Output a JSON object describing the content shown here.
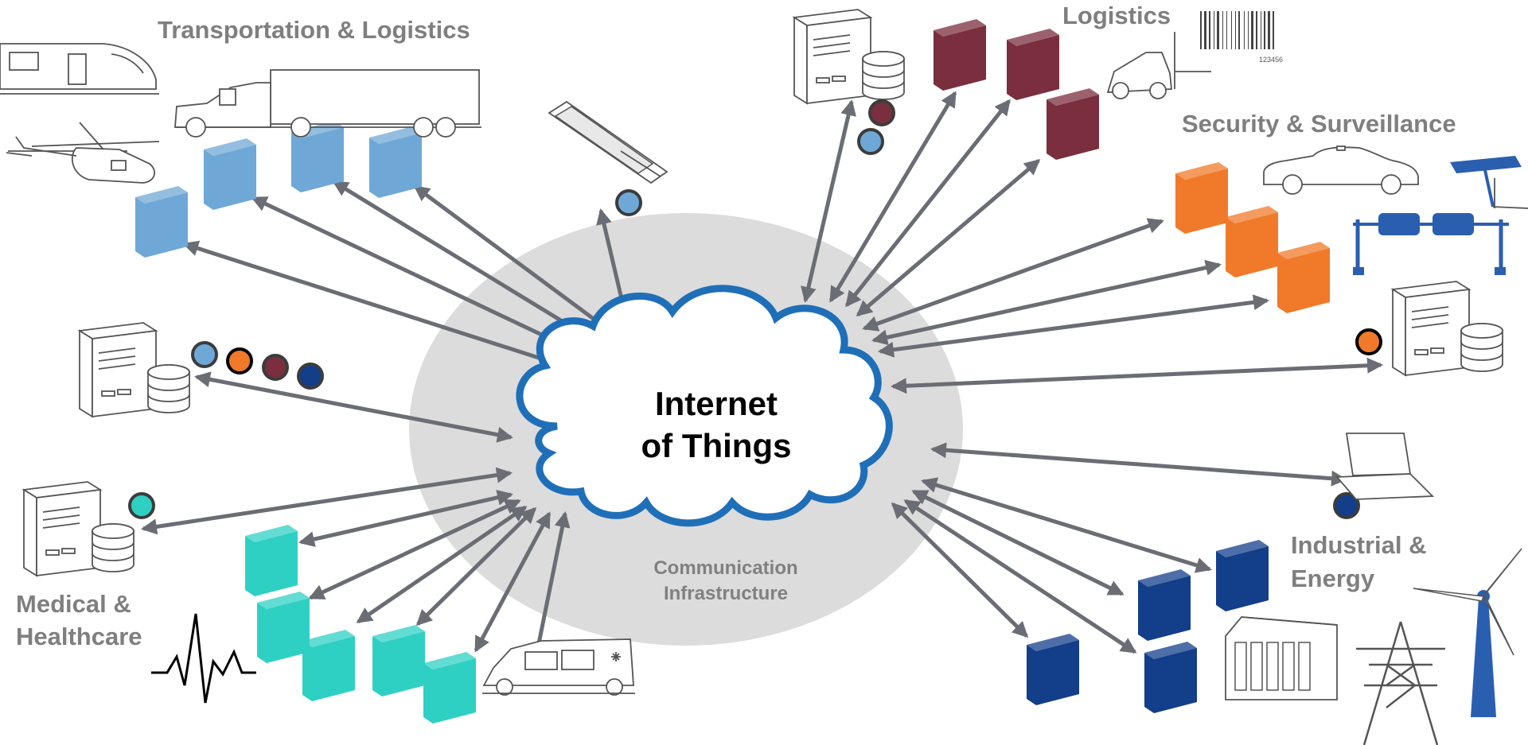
{
  "diagram": {
    "center": {
      "line1": "Internet",
      "line2": "of Things"
    },
    "background_label": {
      "line1": "Communication",
      "line2": "Infrastructure"
    },
    "categories": {
      "transport": "Transportation & Logistics",
      "logistics": "Logistics",
      "security": "Security & Surveillance",
      "medical": {
        "line1": "Medical &",
        "line2": "Healthcare"
      },
      "industrial": {
        "line1": "Industrial &",
        "line2": "Energy"
      }
    },
    "barcode_number": "123456"
  },
  "colors": {
    "transport": "#6fa8d6",
    "logistics": "#7a2e3e",
    "security": "#f07a2a",
    "medical": "#2fd0c4",
    "industrial": "#123e8a",
    "cloud_stroke": "#1f6fb8",
    "ellipse": "#dcdcdc",
    "arrow": "#6b6d74"
  },
  "icons": [
    "train-icon",
    "truck-icon",
    "helicopter-icon",
    "handheld-device-icon",
    "server-icon",
    "forklift-icon",
    "barcode-icon",
    "car-icon",
    "satellite-icon",
    "gantry-icon",
    "laptop-icon",
    "wind-turbine-icon",
    "power-tower-icon",
    "power-station-icon",
    "ambulance-icon",
    "heartbeat-icon",
    "cube-icon"
  ]
}
